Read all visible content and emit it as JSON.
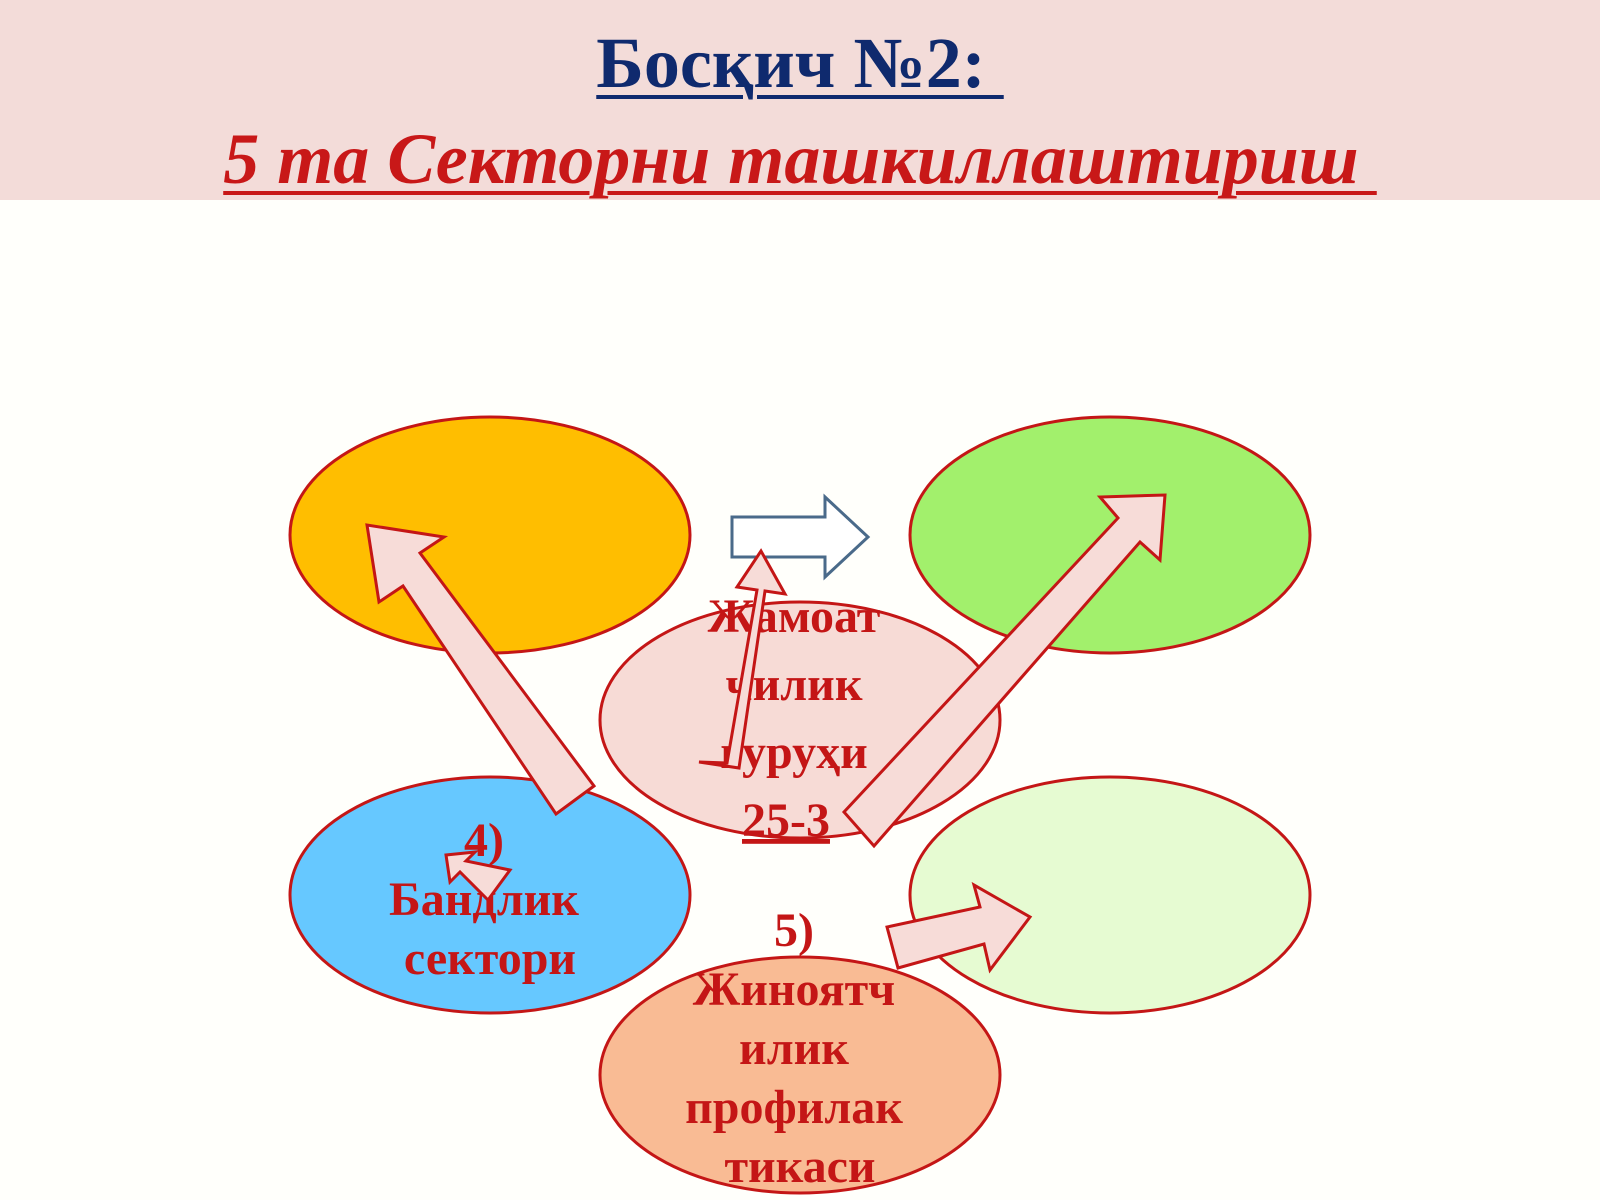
{
  "header": {
    "title": "Босқич №2: ",
    "subtitle": "5 та Секторни ташкиллаштириш ",
    "title_color": "#0f2a6e",
    "subtitle_color": "#c81818"
  },
  "sectors": {
    "top_left": {
      "fill": "#ffbe00"
    },
    "top_right": {
      "fill": "#a2f06c"
    },
    "center": {
      "fill": "#f7dbd6",
      "lines": [
        "Жамоат",
        "чилик",
        "гуруҳи",
        "25-3"
      ]
    },
    "bottom_left": {
      "fill": "#66c8ff",
      "lines": [
        "4)",
        "Бандлик",
        "сектори"
      ]
    },
    "bottom_right": {
      "fill": "#e6fbd2"
    },
    "bottom_center": {
      "fill": "#f9bb94",
      "lines": [
        "5)",
        "Жиноятч",
        "илик",
        "профилак",
        "тикаси"
      ]
    }
  },
  "colors": {
    "ellipse_stroke": "#c41616",
    "label_text": "#c41616",
    "arrow_fill": "#f7dcd8",
    "arrow_stroke": "#c41616",
    "outline_arrow_stroke": "#4a6a8a"
  }
}
